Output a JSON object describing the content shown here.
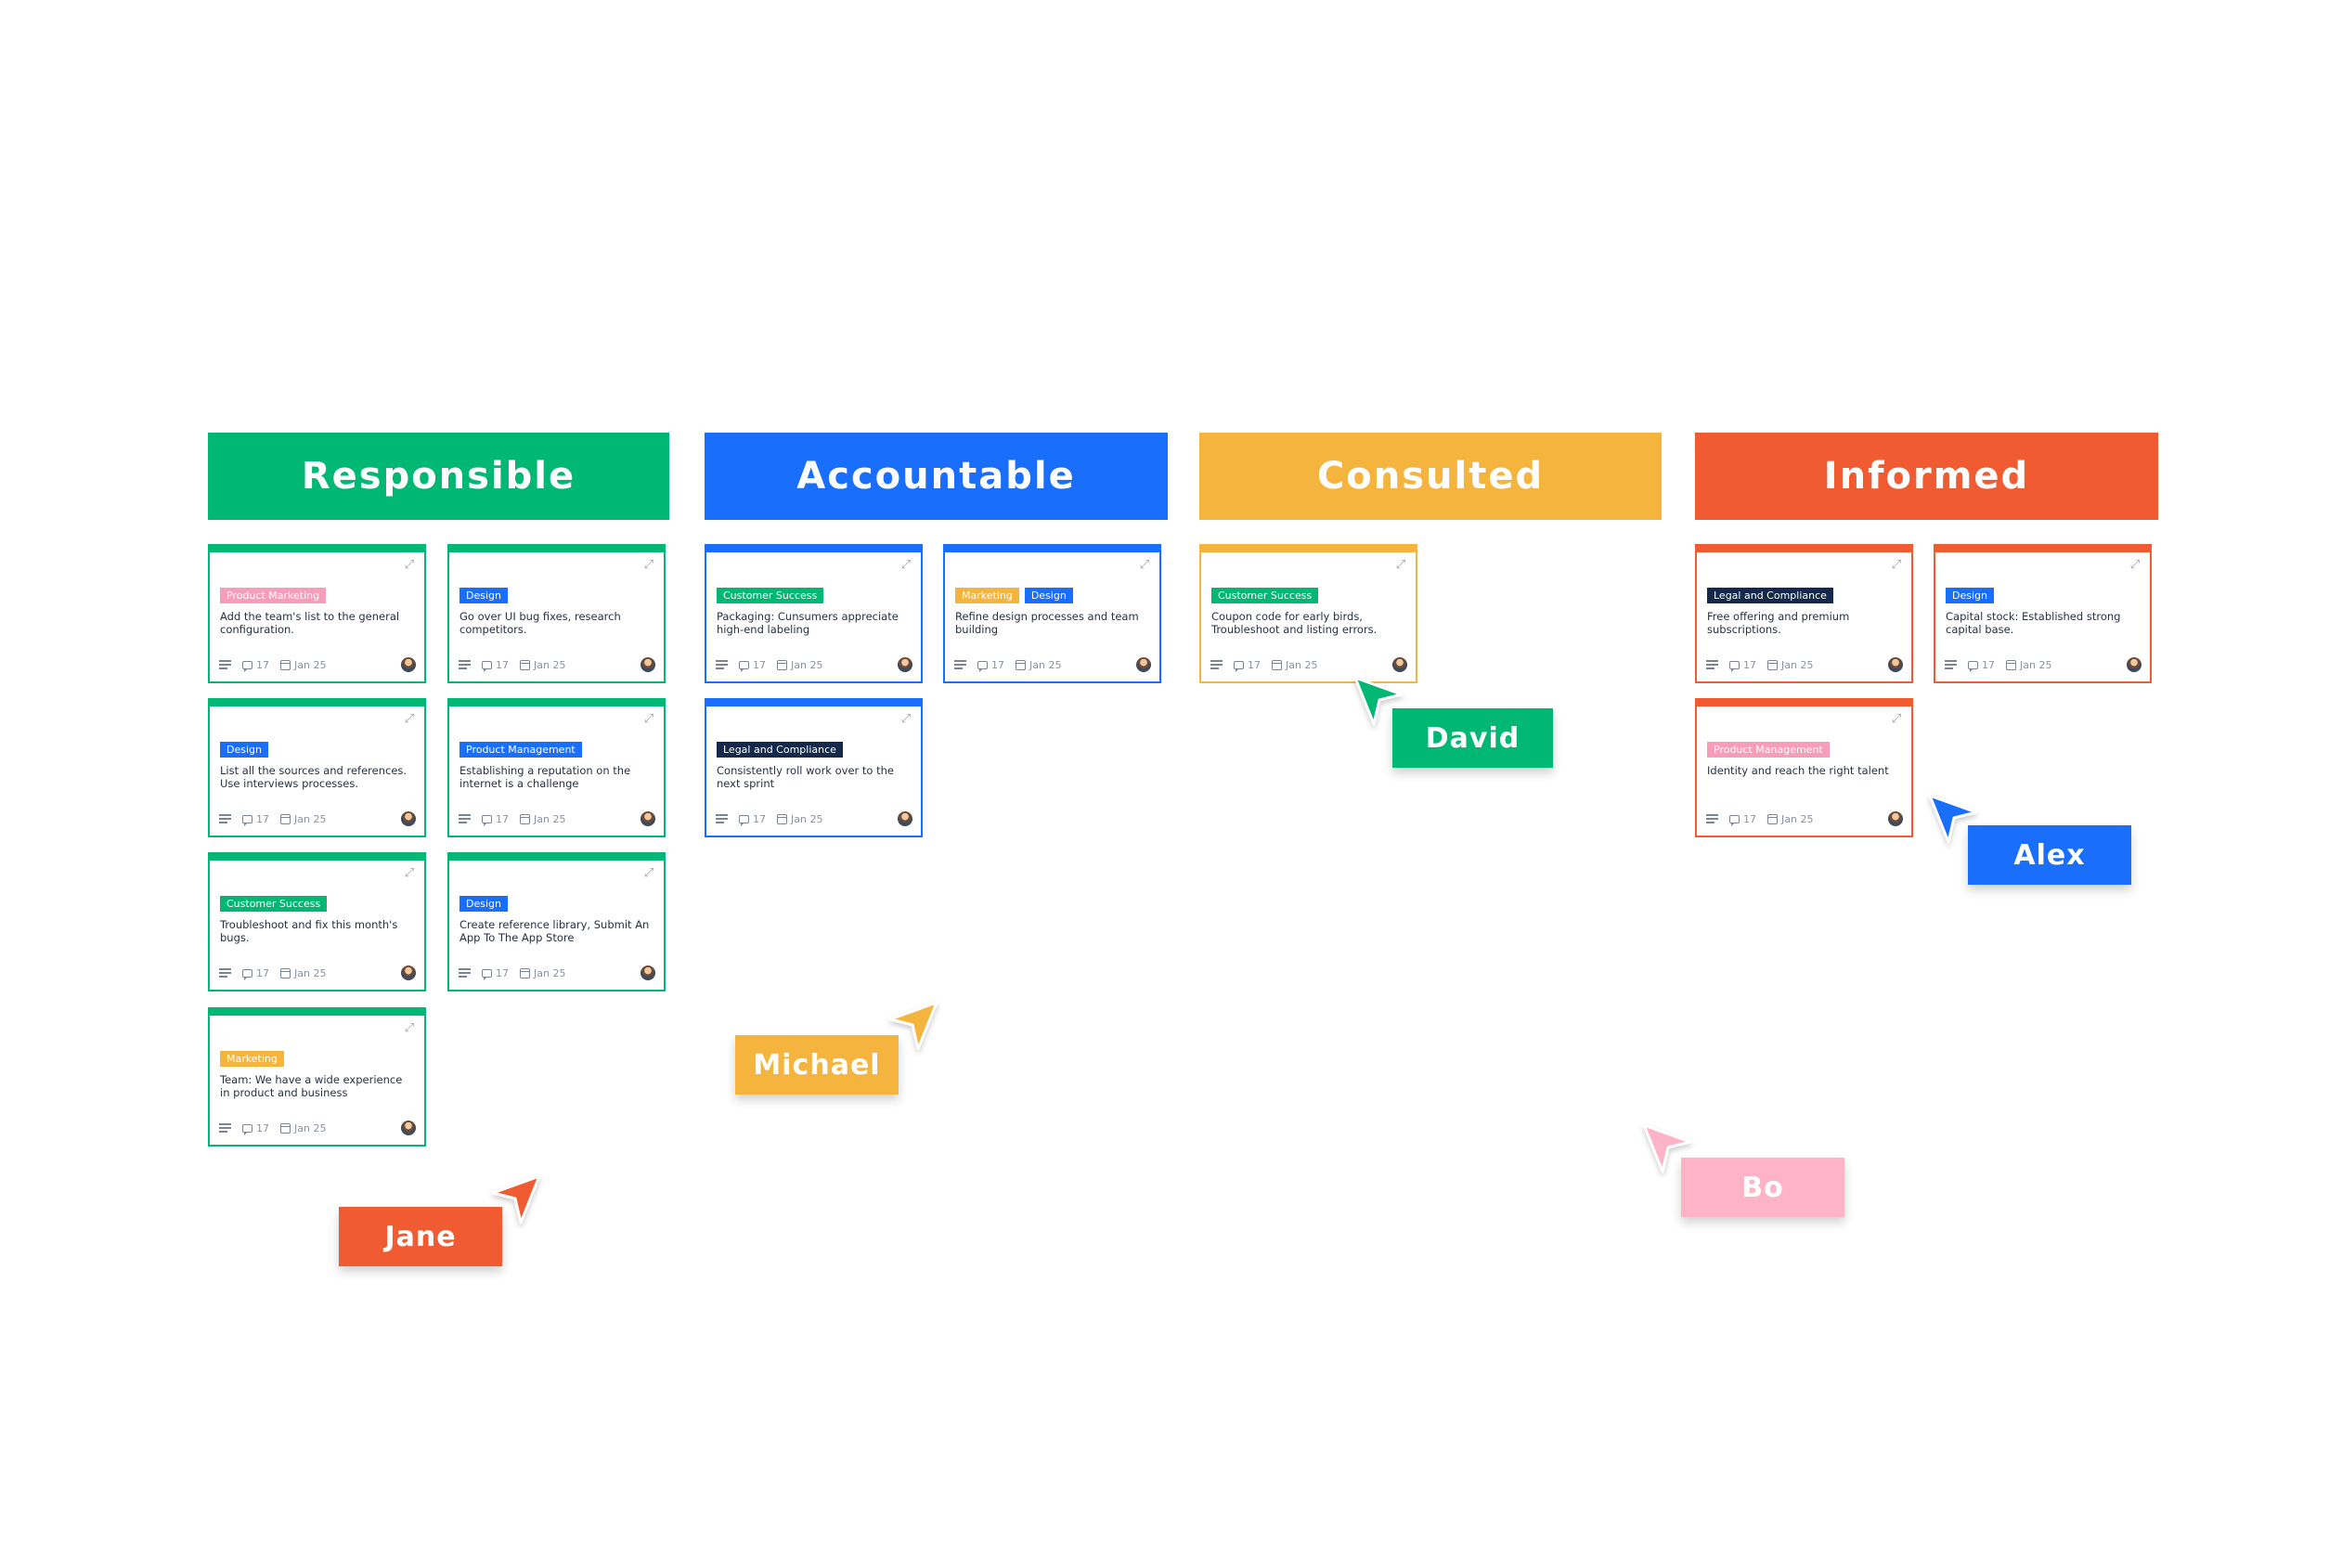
{
  "colors": {
    "green": "#00b774",
    "blue": "#1a6efc",
    "yellow": "#f4b43e",
    "orange": "#f15b31",
    "pink": "#ffb3c8",
    "pink_tag": "#f79cb9",
    "navy": "#13284a"
  },
  "columns": [
    {
      "title": "Responsible",
      "color": "#00b774"
    },
    {
      "title": "Accountable",
      "color": "#1a6efc"
    },
    {
      "title": "Consulted",
      "color": "#f4b43e"
    },
    {
      "title": "Informed",
      "color": "#f15b31"
    }
  ],
  "cards": [
    {
      "column": "Responsible",
      "tags": [
        {
          "label": "Product Marketing",
          "color": "#f79cb9"
        }
      ],
      "title": "Add the team's list to the general configuration.",
      "comments": "17",
      "date": "Jan 25"
    },
    {
      "column": "Responsible",
      "tags": [
        {
          "label": "Design",
          "color": "#1a6efc"
        }
      ],
      "title": "Go over UI bug fixes, research competitors.",
      "comments": "17",
      "date": "Jan 25"
    },
    {
      "column": "Responsible",
      "tags": [
        {
          "label": "Design",
          "color": "#1a6efc"
        }
      ],
      "title": "List all the sources and references. Use interviews processes.",
      "comments": "17",
      "date": "Jan 25"
    },
    {
      "column": "Responsible",
      "tags": [
        {
          "label": "Product Management",
          "color": "#1a6efc"
        }
      ],
      "title": "Establishing a reputation on the internet is a challenge",
      "comments": "17",
      "date": "Jan 25"
    },
    {
      "column": "Responsible",
      "tags": [
        {
          "label": "Customer Success",
          "color": "#00b774"
        }
      ],
      "title": "Troubleshoot and fix this month's bugs.",
      "comments": "17",
      "date": "Jan 25"
    },
    {
      "column": "Responsible",
      "tags": [
        {
          "label": "Design",
          "color": "#1a6efc"
        }
      ],
      "title": "Create reference library, Submit An App To The App Store",
      "comments": "17",
      "date": "Jan 25"
    },
    {
      "column": "Responsible",
      "tags": [
        {
          "label": "Marketing",
          "color": "#f4b43e"
        }
      ],
      "title": "Team: We have a wide experience in product and business",
      "comments": "17",
      "date": "Jan 25"
    },
    {
      "column": "Accountable",
      "tags": [
        {
          "label": "Customer Success",
          "color": "#00b774"
        }
      ],
      "title": "Packaging: Cunsumers appreciate high-end labeling",
      "comments": "17",
      "date": "Jan 25"
    },
    {
      "column": "Accountable",
      "tags": [
        {
          "label": "Marketing",
          "color": "#f4b43e"
        },
        {
          "label": "Design",
          "color": "#1a6efc"
        }
      ],
      "title": "Refine design processes and team building",
      "comments": "17",
      "date": "Jan 25"
    },
    {
      "column": "Accountable",
      "tags": [
        {
          "label": "Legal and Compliance",
          "color": "#13284a"
        }
      ],
      "title": "Consistently roll work over to the next sprint",
      "comments": "17",
      "date": "Jan 25"
    },
    {
      "column": "Consulted",
      "tags": [
        {
          "label": "Customer Success",
          "color": "#00b774"
        }
      ],
      "title": "Coupon code for early birds, Troubleshoot and listing errors.",
      "comments": "17",
      "date": "Jan 25"
    },
    {
      "column": "Informed",
      "tags": [
        {
          "label": "Legal and Compliance",
          "color": "#13284a"
        }
      ],
      "title": "Free offering and premium subscriptions.",
      "comments": "17",
      "date": "Jan 25"
    },
    {
      "column": "Informed",
      "tags": [
        {
          "label": "Design",
          "color": "#1a6efc"
        }
      ],
      "title": "Capital stock: Established strong capital base.",
      "comments": "17",
      "date": "Jan 25"
    },
    {
      "column": "Informed",
      "tags": [
        {
          "label": "Product Management",
          "color": "#f79cb9"
        }
      ],
      "title": "Identity and reach the right talent",
      "comments": "17",
      "date": "Jan 25"
    }
  ],
  "cursors": [
    {
      "name": "David",
      "color": "#00b774"
    },
    {
      "name": "Alex",
      "color": "#1a6efc"
    },
    {
      "name": "Michael",
      "color": "#f4b43e"
    },
    {
      "name": "Jane",
      "color": "#f15b31"
    },
    {
      "name": "Bo",
      "color": "#ffb3c8"
    }
  ],
  "icons": {
    "menu": "menu-lines-icon",
    "comment": "comment-icon",
    "calendar": "calendar-icon",
    "expand": "expand-icon",
    "avatar": "avatar",
    "cursor": "cursor-arrow-icon"
  }
}
